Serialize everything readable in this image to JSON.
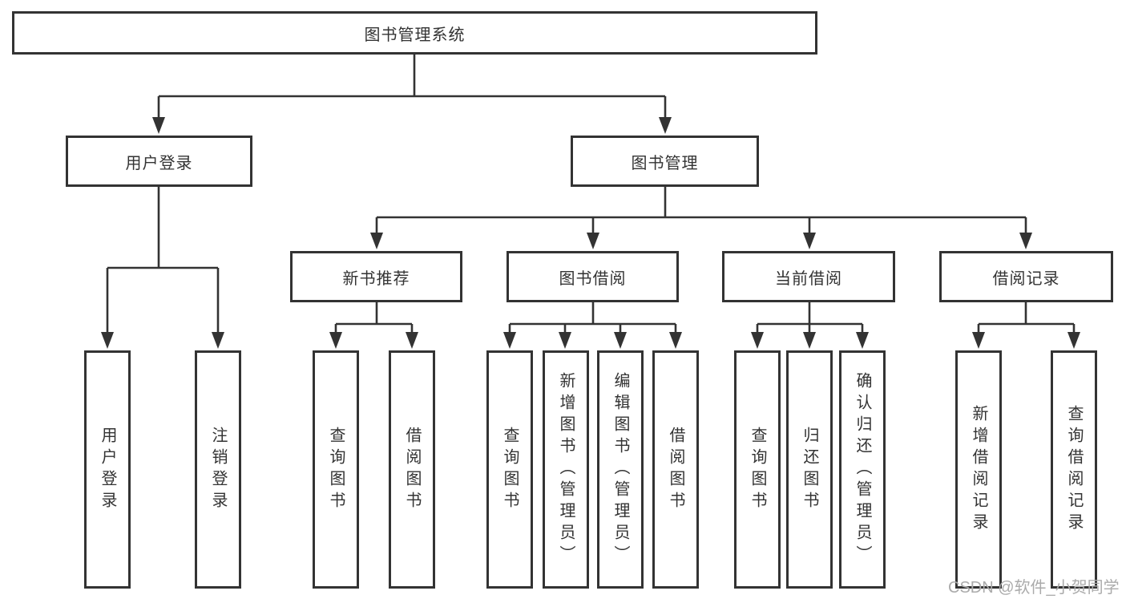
{
  "colors": {
    "line": "#333333",
    "text": "#333333",
    "box_bg": "#ffffff",
    "watermark": "#ababab"
  },
  "tree": {
    "label": "图书管理系统",
    "children": [
      {
        "label": "用户登录",
        "children": [
          {
            "label": "用户登录"
          },
          {
            "label": "注销登录"
          }
        ]
      },
      {
        "label": "图书管理",
        "children": [
          {
            "label": "新书推荐",
            "children": [
              {
                "label": "查询图书"
              },
              {
                "label": "借阅图书"
              }
            ]
          },
          {
            "label": "图书借阅",
            "children": [
              {
                "label": "查询图书"
              },
              {
                "label": "新增图书（管理员）"
              },
              {
                "label": "编辑图书（管理员）"
              },
              {
                "label": "借阅图书"
              }
            ]
          },
          {
            "label": "当前借阅",
            "children": [
              {
                "label": "查询图书"
              },
              {
                "label": "归还图书"
              },
              {
                "label": "确认归还（管理员）"
              }
            ]
          },
          {
            "label": "借阅记录",
            "children": [
              {
                "label": "新增借阅记录"
              },
              {
                "label": "查询借阅记录"
              }
            ]
          }
        ]
      }
    ]
  },
  "watermark": "CSDN @软件_小贺同学"
}
